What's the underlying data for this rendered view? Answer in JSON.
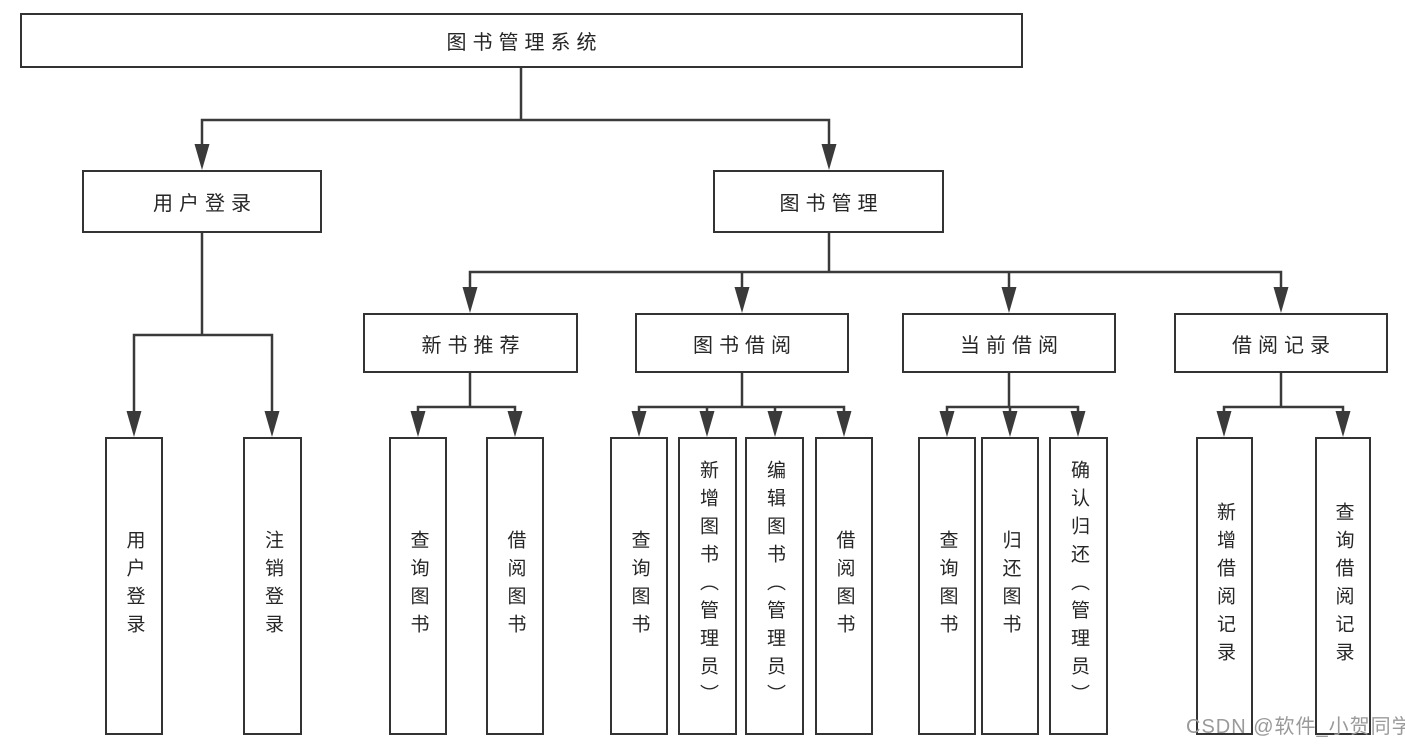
{
  "diagram": {
    "root": {
      "label": "图书管理系统"
    },
    "nodes": {
      "user_login": {
        "label": "用户登录",
        "children": [
          {
            "label": "用户登录"
          },
          {
            "label": "注销登录"
          }
        ]
      },
      "book_management": {
        "label": "图书管理",
        "children": [
          {
            "label": "新书推荐",
            "children": [
              {
                "label": "查询图书"
              },
              {
                "label": "借阅图书"
              }
            ]
          },
          {
            "label": "图书借阅",
            "children": [
              {
                "label": "查询图书"
              },
              {
                "label": "新增图书（管理员）"
              },
              {
                "label": "编辑图书（管理员）"
              },
              {
                "label": "借阅图书"
              }
            ]
          },
          {
            "label": "当前借阅",
            "children": [
              {
                "label": "查询图书"
              },
              {
                "label": "归还图书"
              },
              {
                "label": "确认归还（管理员）"
              }
            ]
          },
          {
            "label": "借阅记录",
            "children": [
              {
                "label": "新增借阅记录"
              },
              {
                "label": "查询借阅记录"
              }
            ]
          }
        ]
      }
    }
  },
  "watermark": {
    "text": "CSDN @软件_小贺同学"
  },
  "colors": {
    "line": "#3a3a3a",
    "box_border": "#333333",
    "text": "#262626",
    "watermark": "#9a9a9a",
    "background": "#ffffff"
  }
}
